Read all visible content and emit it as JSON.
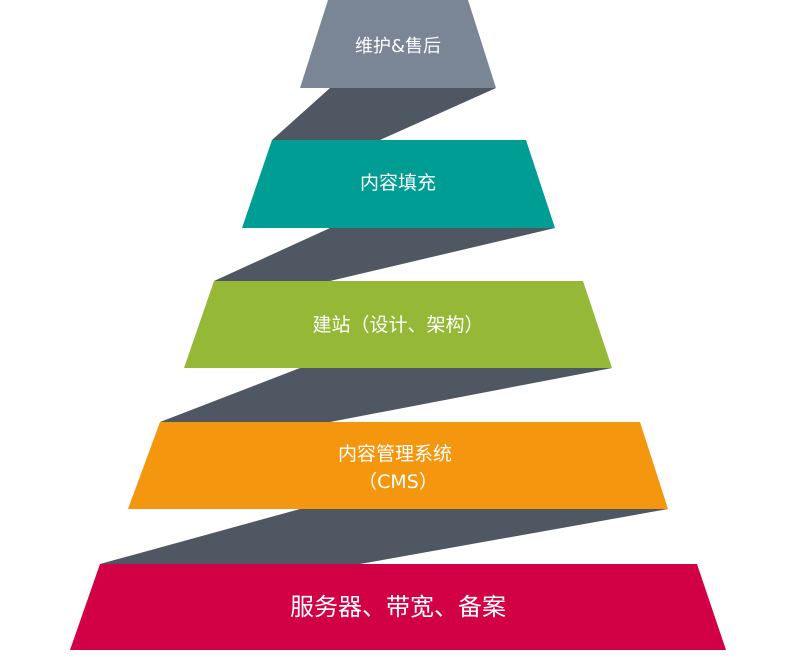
{
  "diagram": {
    "layers": [
      {
        "id": "maintenance",
        "lines": [
          "维护&售后"
        ],
        "color": "#7a8595"
      },
      {
        "id": "content-fill",
        "lines": [
          "内容填充"
        ],
        "color": "#009d94"
      },
      {
        "id": "site-build",
        "lines": [
          "建站（设计、架构）"
        ],
        "color": "#95b836"
      },
      {
        "id": "cms",
        "lines": [
          "内容管理系统",
          "（CMS）"
        ],
        "color": "#f5960f"
      },
      {
        "id": "hosting",
        "lines": [
          "服务器、带宽、备案"
        ],
        "color": "#d20045"
      }
    ],
    "connector_color": "#4f5762",
    "connector_shadow_color": "#6a727d"
  }
}
